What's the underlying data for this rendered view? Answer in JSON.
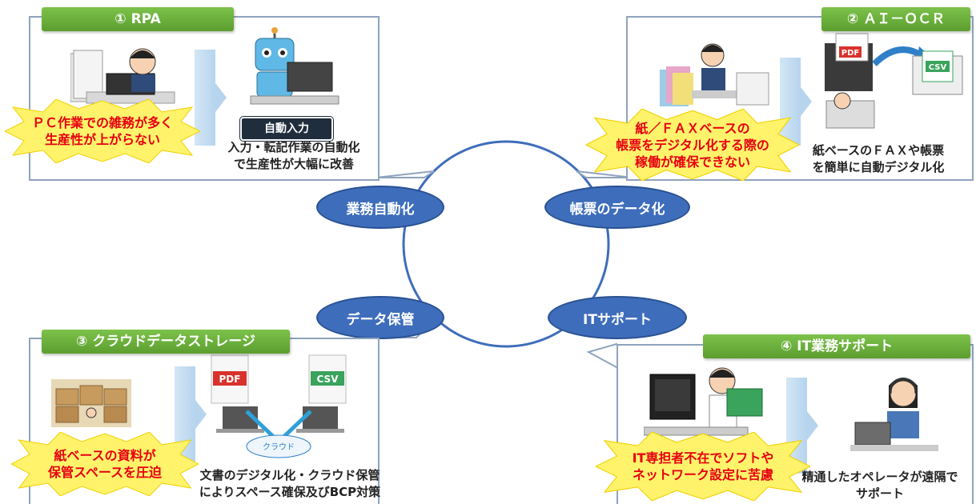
{
  "center": {
    "ellipses": {
      "automation": "業務自動化",
      "forms": "帳票のデータ化",
      "storage": "データ保管",
      "support": "ITサポート"
    }
  },
  "panels": {
    "rpa": {
      "title": "① RPA",
      "problem": "ＰＣ作業での雑務が多く\n生産性が上がらない",
      "label": "自動入力",
      "solution": "入力・転記作業の自動化\nで生産性が大幅に改善"
    },
    "ocr": {
      "title": "② ＡＩ－ＯＣＲ",
      "problem": "紙／ＦＡＸベースの\n帳票をデジタル化する際の\n稼働が確保できない",
      "solution": "紙ベースのＦＡＸや帳票\nを簡単に自動デジタル化",
      "pdf": "PDF",
      "csv": "CSV"
    },
    "cloud": {
      "title": "③ クラウドデータストレージ",
      "problem": "紙ベースの資料が\n保管スペースを圧迫",
      "solution": "文書のデジタル化・クラウド保管\nによりスペース確保及びBCP対策",
      "pdf": "PDF",
      "csv": "CSV",
      "cloud_label": "クラウド"
    },
    "itsupport": {
      "title": "④ IT業務サポート",
      "problem": "IT専担者不在でソフトや\nネットワーク設定に苦慮",
      "solution": "精通したオペレータが遠隔で\nサポート"
    }
  },
  "colors": {
    "tag_green": "#6db33f",
    "ellipse_blue": "#3e6dbb",
    "problem_red": "#e60012",
    "burst_yellow": "#fff36b",
    "panel_border": "#8ea3bd"
  }
}
